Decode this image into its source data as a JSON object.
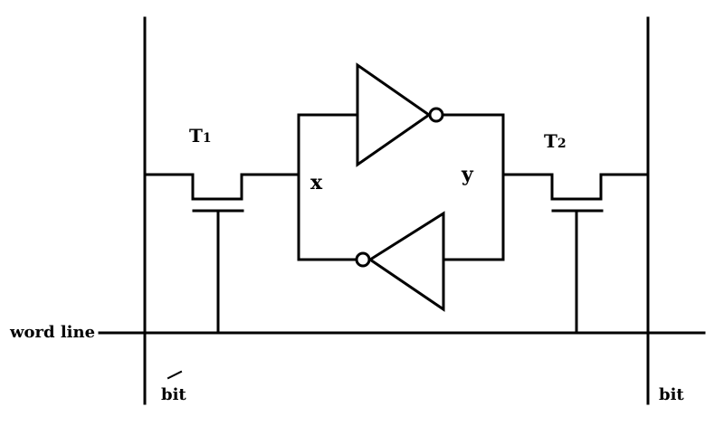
{
  "diagram": {
    "labels": {
      "t1_letter": "T",
      "t1_sub": "1",
      "t2_letter": "T",
      "t2_sub": "2",
      "node_x": "x",
      "node_y": "y",
      "word_line": "word line",
      "bit_left": "bit",
      "bit_right": "bit"
    }
  }
}
